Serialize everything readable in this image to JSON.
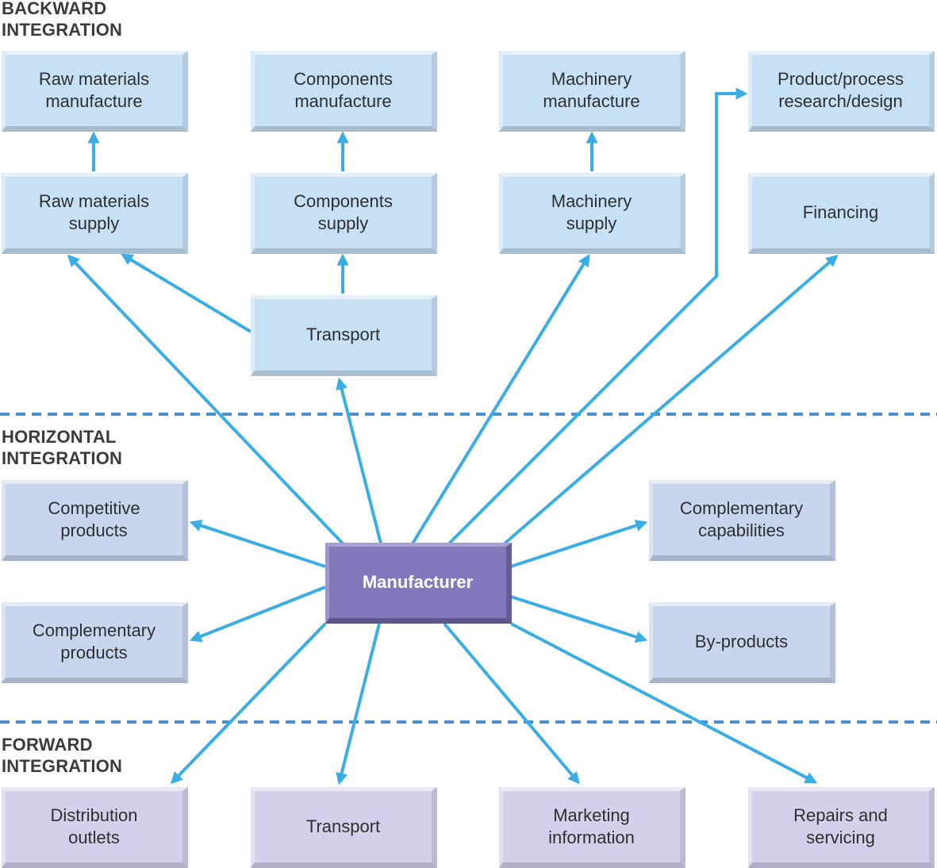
{
  "sections": {
    "backward": [
      "BACKWARD",
      "INTEGRATION"
    ],
    "horizontal": [
      "HORIZONTAL",
      "INTEGRATION"
    ],
    "forward": [
      "FORWARD",
      "INTEGRATION"
    ]
  },
  "backward": {
    "raw_materials_manufacture": [
      "Raw materials",
      "manufacture"
    ],
    "components_manufacture": [
      "Components",
      "manufacture"
    ],
    "machinery_manufacture": [
      "Machinery",
      "manufacture"
    ],
    "product_process_research": [
      "Product/process",
      "research/design"
    ],
    "raw_materials_supply": [
      "Raw materials",
      "supply"
    ],
    "components_supply": [
      "Components",
      "supply"
    ],
    "machinery_supply": [
      "Machinery",
      "supply"
    ],
    "financing": [
      "Financing"
    ],
    "transport": [
      "Transport"
    ]
  },
  "horizontal": {
    "competitive_products": [
      "Competitive",
      "products"
    ],
    "complementary_products": [
      "Complementary",
      "products"
    ],
    "complementary_capabilities": [
      "Complementary",
      "capabilities"
    ],
    "by_products": [
      "By-products"
    ]
  },
  "center": {
    "manufacturer": [
      "Manufacturer"
    ]
  },
  "forward": {
    "distribution_outlets": [
      "Distribution",
      "outlets"
    ],
    "transport": [
      "Transport"
    ],
    "marketing_information": [
      "Marketing",
      "information"
    ],
    "repairs_and_servicing": [
      "Repairs and",
      "servicing"
    ]
  },
  "colors": {
    "arrow": "#3aaee4",
    "divider": "#4a8fcf",
    "backward_box": "#c6e1f5",
    "horizontal_box": "#c7d6ee",
    "forward_box": "#d2d0ea",
    "manufacturer_box": "#8179bb",
    "label_text": "#3b3b3b"
  }
}
